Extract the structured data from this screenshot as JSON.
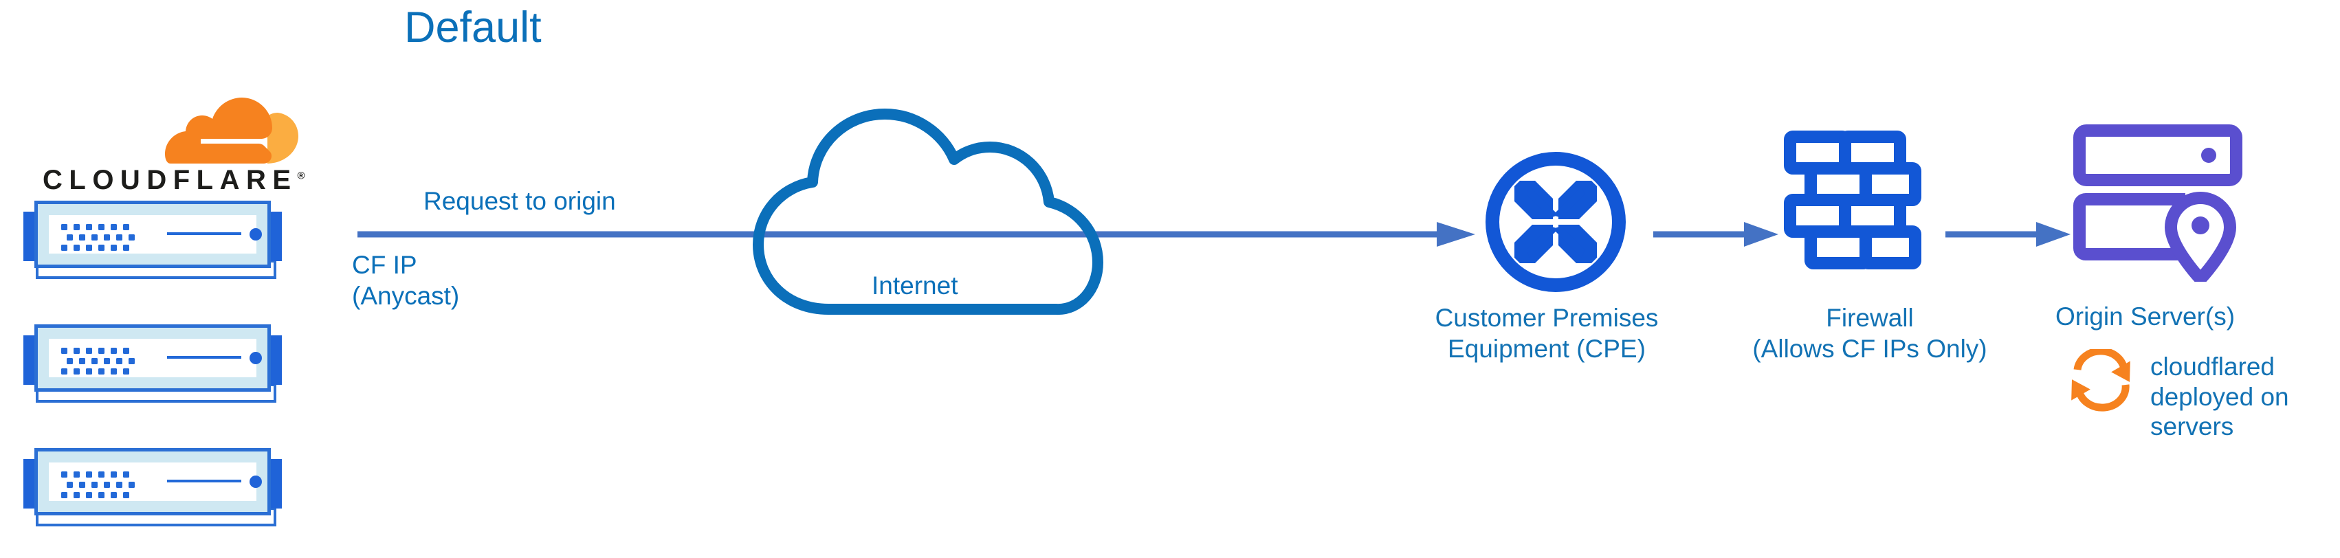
{
  "title": "Default",
  "colors": {
    "title_blue": "#0b70b9",
    "label_blue": "#1272b4",
    "connector_blue": "#4472c4",
    "icon_blue": "#1257d6",
    "cloud_blue": "#0b6fba",
    "rack_border_blue": "#2b6fd4",
    "rack_fill": "#cfe8f2",
    "origin_purple": "#5a4fcf",
    "cloudflare_orange_dark": "#f6821f",
    "cloudflare_orange_light": "#fbad41",
    "wordmark_black": "#1d1d1b"
  },
  "brand": {
    "wordmark": "CLOUDFLARE",
    "trademark": "®",
    "logo_name": "cloudflare-cloud-logo"
  },
  "racks": [
    {
      "name": "cloudflare-server-rack-1"
    },
    {
      "name": "cloudflare-server-rack-2"
    },
    {
      "name": "cloudflare-server-rack-3"
    }
  ],
  "flow": {
    "request_label": "Request to origin",
    "cf_ip_line1": "CF IP",
    "cf_ip_line2": "(Anycast)",
    "internet_label": "Internet"
  },
  "nodes": {
    "cpe": {
      "label_line1": "Customer Premises",
      "label_line2": "Equipment (CPE)",
      "icon": "router-icon"
    },
    "firewall": {
      "label_line1": "Firewall",
      "label_line2": "(Allows CF IPs Only)",
      "icon": "brick-wall-icon"
    },
    "origin": {
      "label": "Origin Server(s)",
      "icon": "server-location-icon",
      "note_line1": "cloudflared",
      "note_line2": "deployed on",
      "note_line3": "servers",
      "note_icon": "sync-arrows-icon"
    }
  },
  "connectors": [
    {
      "name": "connector-cf-to-internet",
      "from": "cloudflare-racks",
      "to": "internet-cloud"
    },
    {
      "name": "connector-internet-to-cpe",
      "from": "internet-cloud",
      "to": "cpe"
    },
    {
      "name": "connector-cpe-to-firewall",
      "from": "cpe",
      "to": "firewall"
    },
    {
      "name": "connector-firewall-to-origin",
      "from": "firewall",
      "to": "origin"
    }
  ]
}
